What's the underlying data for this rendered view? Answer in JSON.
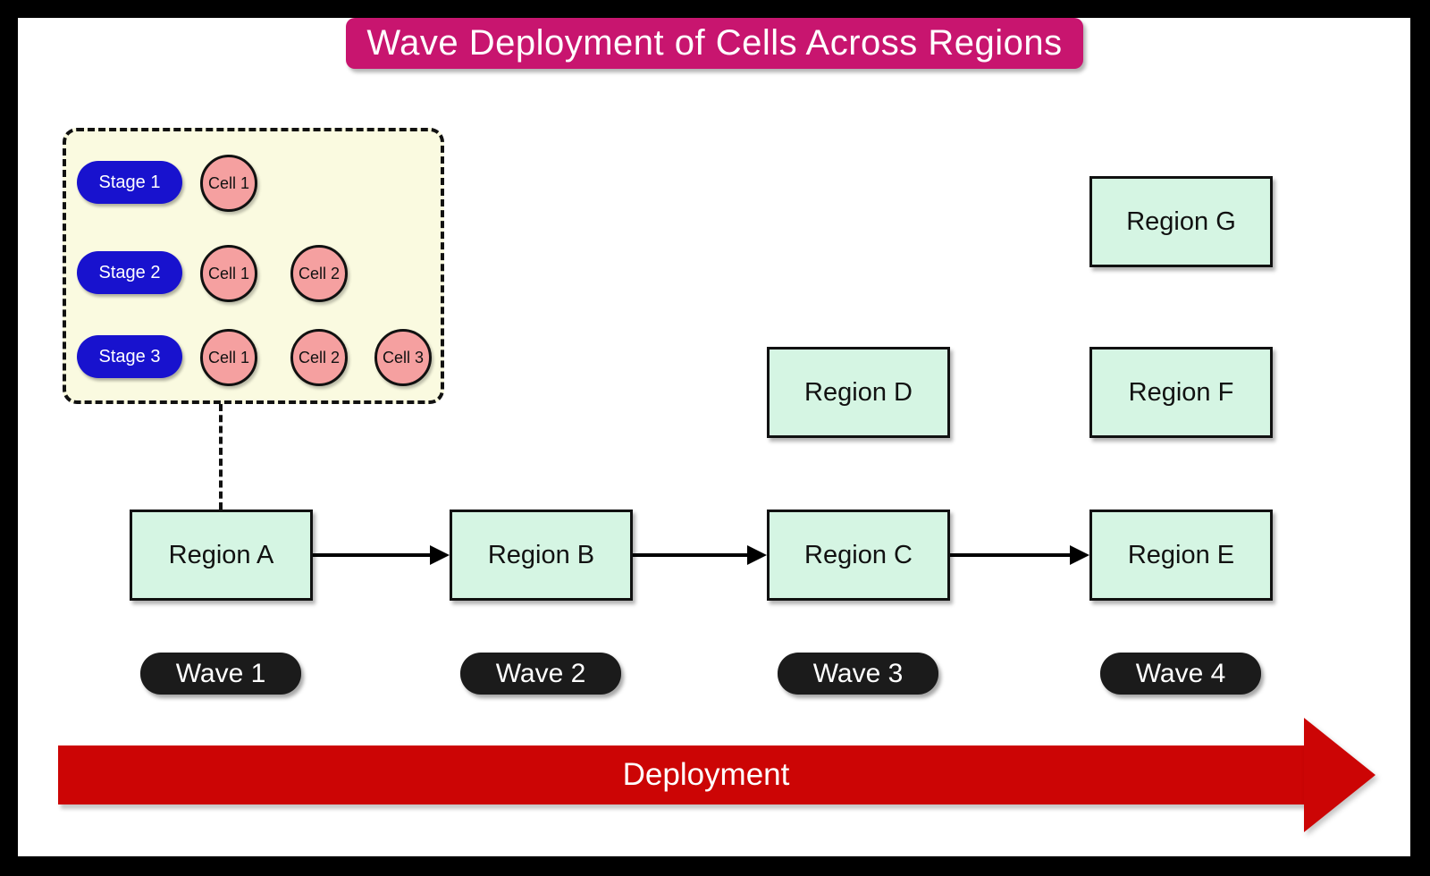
{
  "title": "Wave Deployment of Cells Across Regions",
  "colors": {
    "title_banner": "#C8156F",
    "stage_pill": "#1812CE",
    "cell_circle": "#F5A0A0",
    "legend_background": "#FAFAE0",
    "region_box": "#D5F5E3",
    "wave_pill": "#1B1B1B",
    "deployment_arrow": "#CC0505"
  },
  "legend": {
    "stages": [
      {
        "label": "Stage 1",
        "cells": [
          "Cell 1"
        ]
      },
      {
        "label": "Stage 2",
        "cells": [
          "Cell 1",
          "Cell 2"
        ]
      },
      {
        "label": "Stage 3",
        "cells": [
          "Cell 1",
          "Cell 2",
          "Cell 3"
        ]
      }
    ]
  },
  "regions": {
    "a": "Region A",
    "b": "Region B",
    "c": "Region C",
    "d": "Region D",
    "e": "Region E",
    "f": "Region F",
    "g": "Region G"
  },
  "waves": [
    "Wave 1",
    "Wave 2",
    "Wave 3",
    "Wave 4"
  ],
  "deployment_label": "Deployment"
}
